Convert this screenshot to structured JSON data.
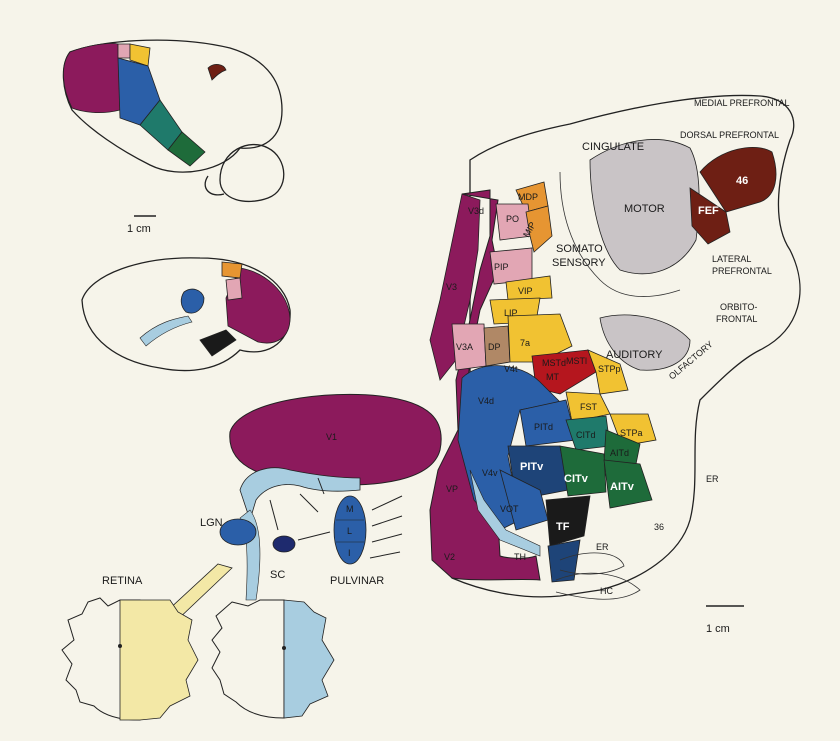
{
  "colors": {
    "background": "#f6f4ea",
    "v1": "#8c1a5c",
    "v2": "#8c1a5c",
    "mid_blue": "#2b5fa8",
    "dark_blue": "#1e4478",
    "light_blue": "#a8cde0",
    "teal": "#1f7a6b",
    "green": "#1e6b3a",
    "pink": "#e2a6b4",
    "yellow": "#f1c232",
    "orange": "#e69532",
    "red": "#b5161e",
    "brown": "#6e1f14",
    "gray": "#c9c4c6",
    "black": "#1a1a1a",
    "retina": "#f3e8a6"
  },
  "regions": {
    "cingulate": "CINGULATE",
    "medial_prefrontal": "MEDIAL PREFRONTAL",
    "dorsal_prefrontal": "DORSAL PREFRONTAL",
    "area46": "46",
    "fef": "FEF",
    "motor": "MOTOR",
    "somato": "SOMATO",
    "sensory": "SENSORY",
    "lateral": "LATERAL",
    "prefrontal": "PREFRONTAL",
    "orbito": "ORBITO-",
    "frontal": "FRONTAL",
    "olfactory": "OLFACTORY",
    "auditory": "AUDITORY",
    "mdp": "MDP",
    "po": "PO",
    "mip": "MIP",
    "v3d": "V3d",
    "v3": "V3",
    "pip": "PIP",
    "vip": "VIP",
    "lip": "LIP",
    "v3a": "V3A",
    "dp": "DP",
    "a7a": "7a",
    "mstd": "MSTd",
    "mstl": "MSTl",
    "mt": "MT",
    "stpp": "STPp",
    "v4t": "V4t",
    "fst": "FST",
    "v4d": "V4d",
    "pitd": "PITd",
    "citd": "CITd",
    "stpa": "STPa",
    "aitd": "AITd",
    "v1": "V1",
    "pitv": "PITv",
    "v4v": "V4v",
    "citv": "CITv",
    "aitv": "AITv",
    "vp": "VP",
    "vot": "VOT",
    "v2": "V2",
    "tf": "TF",
    "th": "TH",
    "er1": "ER",
    "er2": "ER",
    "a36": "36",
    "hc": "HC",
    "lgn": "LGN",
    "sc": "SC",
    "retina": "RETINA",
    "pulvinar": "PULVINAR",
    "pul_m": "M",
    "pul_l": "L",
    "pul_i": "I"
  },
  "scales": {
    "top": "1 cm",
    "bottom": "1 cm"
  }
}
